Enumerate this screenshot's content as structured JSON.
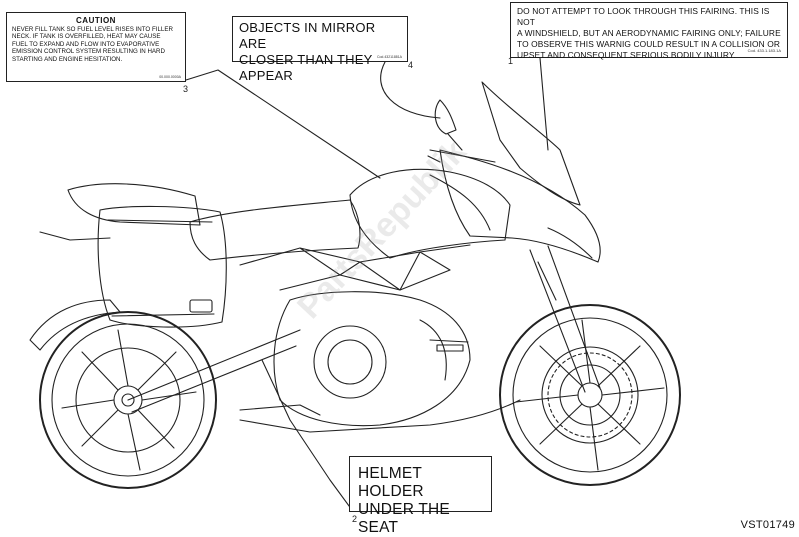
{
  "decals": {
    "caution": {
      "heading": "CAUTION",
      "lines": [
        "NEVER FILL TANK SO FUEL LEVEL RISES INTO FILLER",
        "NECK. IF TANK IS OVERFILLED, HEAT MAY CAUSE",
        "FUEL TO EXPAND AND FLOW INTO EVAPORATIVE",
        "EMISSION CONTROL SYSTEM RESULTING IN HARD",
        "STARTING AND ENGINE HESITATION."
      ],
      "code": "00.000.0000A"
    },
    "mirror": {
      "lines": [
        "OBJECTS  IN  MIRROR  ARE",
        "CLOSER THAN THEY APPEAR"
      ],
      "code": "Cod.43211881A"
    },
    "fairing": {
      "lines": [
        "DO NOT ATTEMPT TO LOOK THROUGH THIS FAIRING. THIS IS NOT",
        "A WINDSHIELD, BUT AN AERODYNAMIC FAIRING ONLY; FAILURE",
        "TO OBSERVE THIS WARNIG COULD RESULT IN A COLLISION OR",
        "UPSET AND CONSEQUENT SERIOUS BODILY INJURY."
      ],
      "code": "Cod. 433.1.183.1A"
    },
    "helmet": {
      "lines": [
        "HELMET HOLDER",
        "UNDER THE SEAT"
      ]
    }
  },
  "callouts": {
    "c1": "1",
    "c2": "2",
    "c3": "3",
    "c4": "4"
  },
  "reference_code": "VST01749",
  "watermark": "PartsRepublik"
}
